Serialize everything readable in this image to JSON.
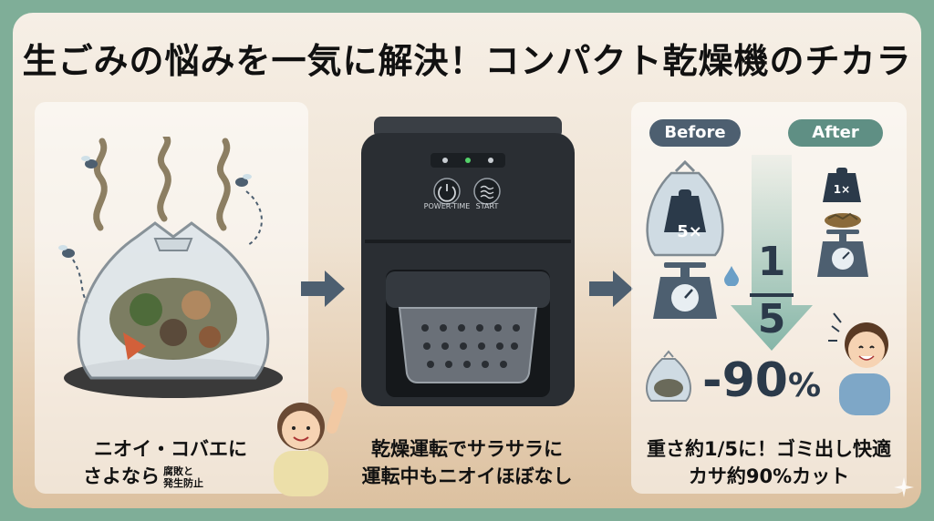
{
  "title": "生ごみの悩みを一気に解決！コンパクト乾燥機のチカラ",
  "left": {
    "caption_line1": "ニオイ・コバエに",
    "caption_line2": "さよなら",
    "note_line1": "腐敗と",
    "note_line2": "発生防止"
  },
  "middle": {
    "button_power": "POWER-TIME",
    "button_start": "START",
    "caption_line1": "乾燥運転でサラサラに",
    "caption_line2": "運転中もニオイほぼなし"
  },
  "right": {
    "before_label": "Before",
    "after_label": "After",
    "before_weight": "5×",
    "after_weight": "1×",
    "fraction_num": "1",
    "fraction_den": "5",
    "reduction": "-90",
    "reduction_unit": "%",
    "caption_line1": "重さ約1/5に！ゴミ出し快適",
    "caption_line2": "カサ約90%カット"
  },
  "colors": {
    "frame": "#7fae98",
    "pill_before": "#4d5f70",
    "pill_after": "#5f8f84",
    "arrow": "#4d5f70",
    "dark_text": "#2b3a4a"
  }
}
